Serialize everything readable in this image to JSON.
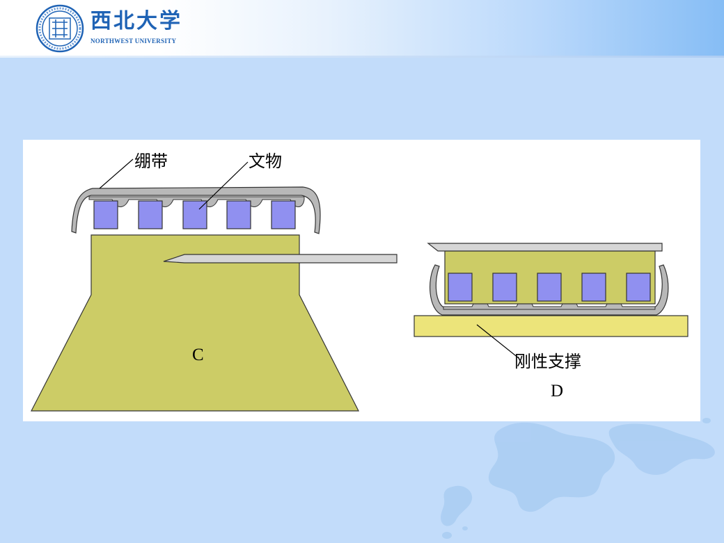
{
  "header": {
    "logo_cn": "西北大学",
    "logo_en": "NORTHWEST UNIVERSITY"
  },
  "figure": {
    "labels": {
      "bandage": "绷带",
      "artifact": "文物",
      "rigid_support": "刚性支撑",
      "panel_c": "C",
      "panel_d": "D"
    },
    "colors": {
      "slide_background": "#c2dcfa",
      "support_body": "#cccc66",
      "artifact_blocks": "#9090f0",
      "bandage": "#b8b8b8",
      "blade": "#d6d6d6",
      "rigid_support": "#ece47a"
    }
  }
}
